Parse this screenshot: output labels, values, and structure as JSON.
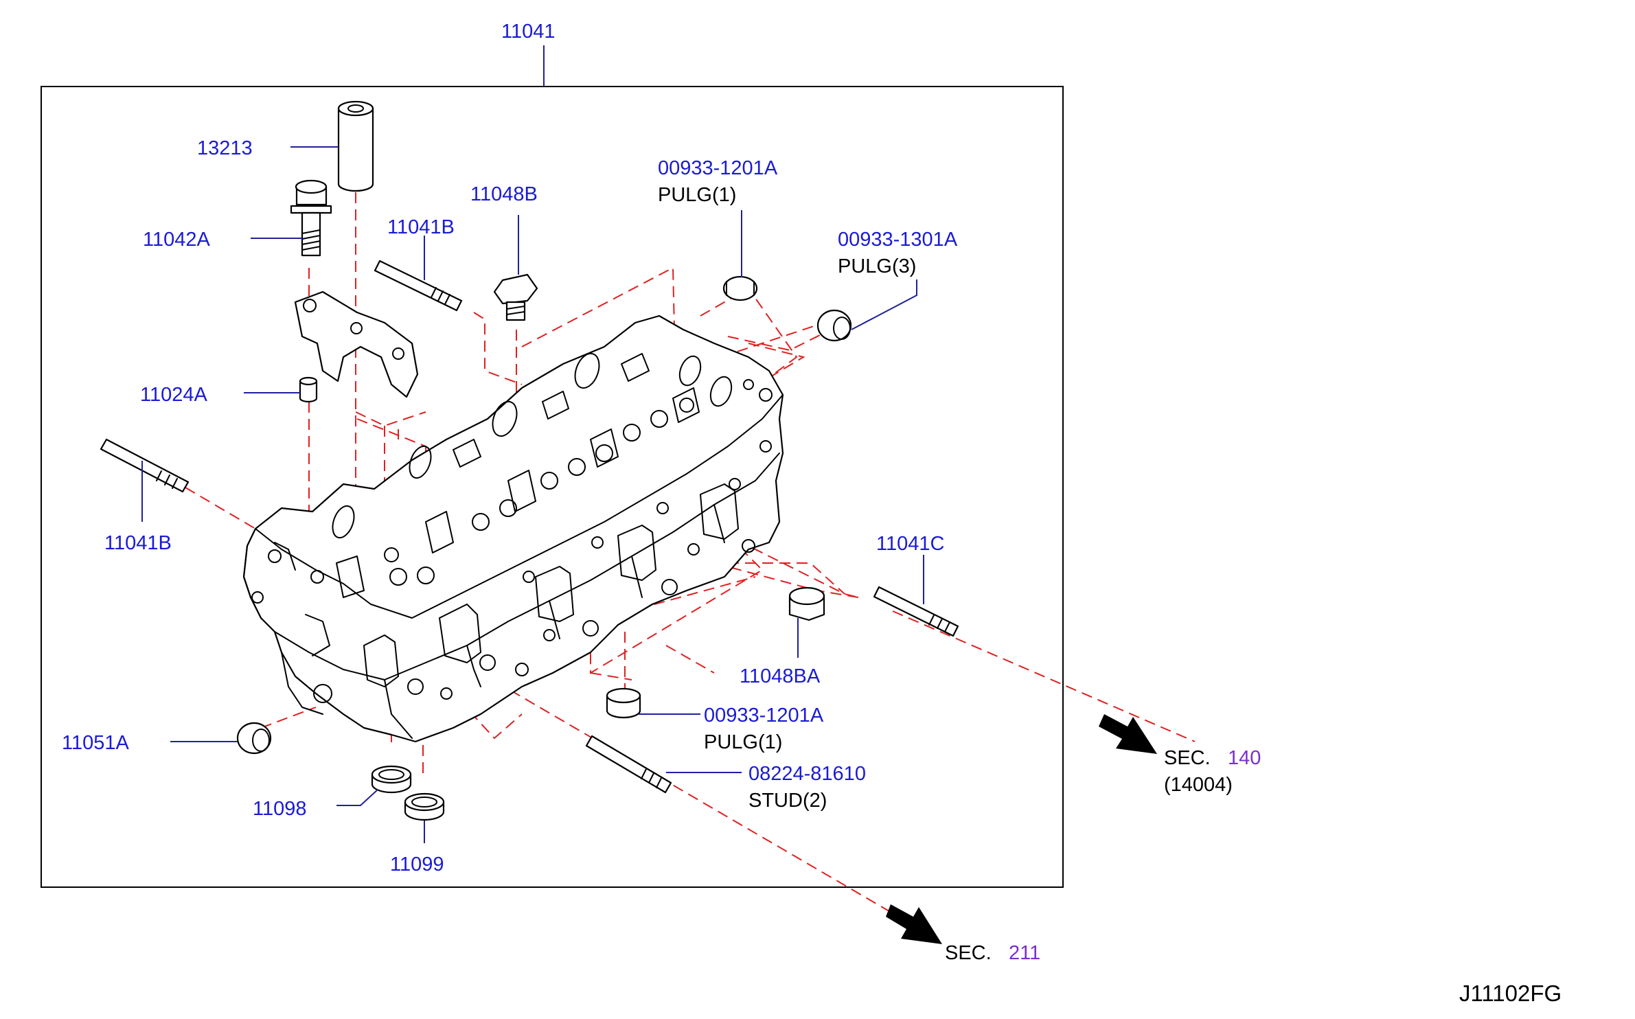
{
  "labels": {
    "l_11041": "11041",
    "l_13213": "13213",
    "l_11042a": "11042A",
    "l_11041b_top": "11041B",
    "l_11048b": "11048B",
    "l_00933_1201a_top": "00933-1201A",
    "l_pulg1_top": "PULG(1)",
    "l_00933_1301a": "00933-1301A",
    "l_pulg3": "PULG(3)",
    "l_11024a": "11024A",
    "l_11041b_left": "11041B",
    "l_11041c": "11041C",
    "l_11048ba": "11048BA",
    "l_00933_1201a_bot": "00933-1201A",
    "l_pulg1_bot": "PULG(1)",
    "l_08224_81610": "08224-81610",
    "l_stud2": "STUD(2)",
    "l_11051a": "11051A",
    "l_11098": "11098",
    "l_11099": "11099",
    "sec140_prefix": "SEC.",
    "sec140_num": "140",
    "sec140_sub": "(14004)",
    "sec211_prefix": "SEC.",
    "sec211_num": "211",
    "drawing_code": "J11102FG"
  },
  "colors": {
    "part_number": "#1a1ad6",
    "section_number": "#7a2fd0",
    "phantom_line": "#e02020",
    "leader_line": "#20209a"
  }
}
